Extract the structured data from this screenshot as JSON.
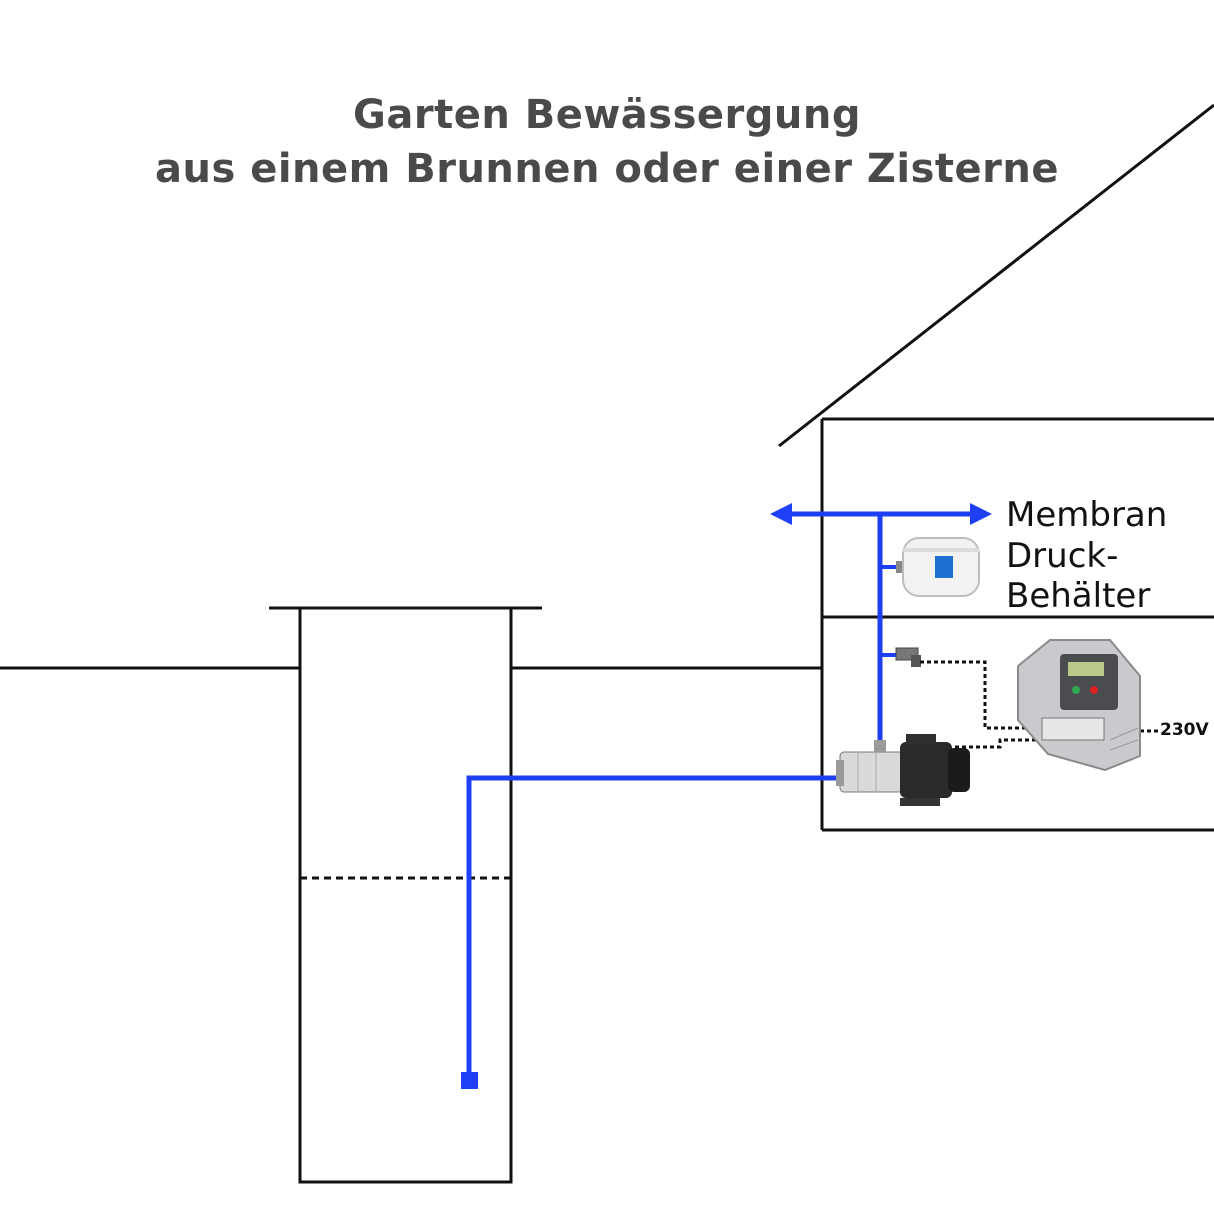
{
  "title": {
    "line1": "Garten Bewässergung",
    "line2": "aus einem Brunnen oder einer Zisterne"
  },
  "labels": {
    "tank_line1": "Membran",
    "tank_line2": "Druck-",
    "tank_line3": "Behälter",
    "voltage": "230V"
  },
  "colors": {
    "pipe": "#1f3ff5",
    "outline": "#111111",
    "title": "#4a4a4a"
  }
}
